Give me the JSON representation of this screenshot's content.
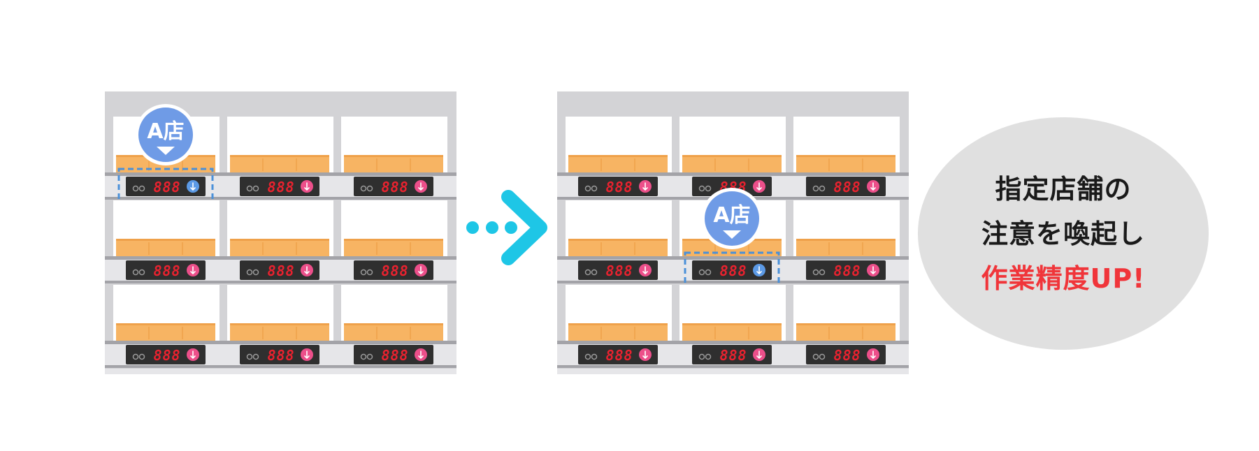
{
  "marker_label": "A店",
  "display_readout": "888",
  "message": {
    "line1": "指定店舗の",
    "line2": "注意を喚起し",
    "line3": "作業精度UP!"
  },
  "colors": {
    "rack": "#d3d3d6",
    "shelf_board": "#a3a3a8",
    "bin": "#f7b463",
    "bin_dark": "#efa14a",
    "display_body": "#2f2f2f",
    "digits": "#e8222f",
    "button_idle": "#ec4f8a",
    "button_active": "#5c9ae6",
    "marker": "#6f9be6",
    "highlight_dash": "#4a90d9",
    "arrow": "#1ec6e6",
    "bubble": "#e0e0e0",
    "accent_text": "#f0353a"
  },
  "racks": [
    {
      "id": "before",
      "highlighted_cell": {
        "row": 0,
        "col": 0
      }
    },
    {
      "id": "after",
      "highlighted_cell": {
        "row": 1,
        "col": 1
      }
    }
  ]
}
